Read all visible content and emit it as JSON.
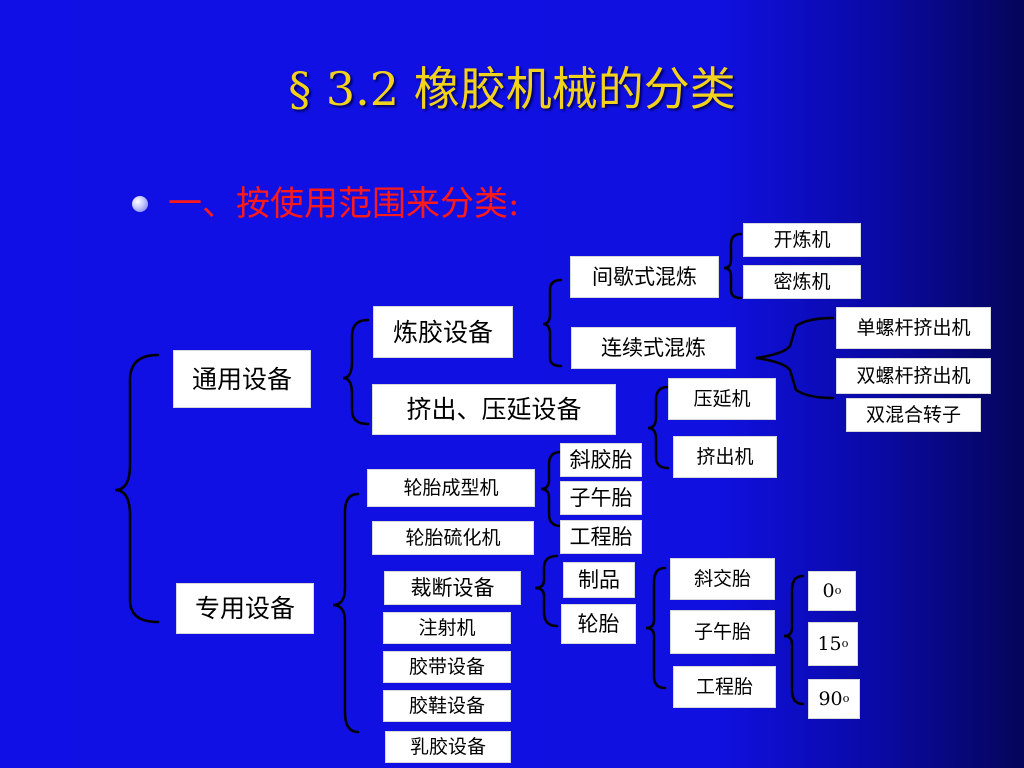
{
  "title": "§ 3.2  橡胶机械的分类",
  "subtitle": "一、按使用范围来分类:",
  "colors": {
    "background": "#1010e6",
    "title": "#f2d21b",
    "subtitle": "#ff1a1a",
    "box": "#ffffff",
    "brace": "#000000"
  },
  "general": {
    "label": "通用设备",
    "mixing": {
      "label": "炼胶设备",
      "intermittent": {
        "label": "间歇式混炼",
        "items": [
          "开炼机",
          "密炼机"
        ]
      },
      "continuous": {
        "label": "连续式混炼",
        "items": [
          "单螺杆挤出机",
          "双螺杆挤出机",
          "双混合转子"
        ]
      }
    },
    "extrusion": {
      "label": "挤出、压延设备",
      "items": [
        "压延机",
        "挤出机"
      ]
    }
  },
  "special": {
    "label": "专用设备",
    "items": [
      "轮胎成型机",
      "轮胎硫化机",
      "裁断设备",
      "注射机",
      "胶带设备",
      "胶鞋设备",
      "乳胶设备"
    ],
    "tire_types": [
      "斜胶胎",
      "子午胎",
      "工程胎"
    ],
    "cutting_products": [
      "制品",
      "轮胎"
    ],
    "tire_ply": [
      "斜交胎",
      "子午胎",
      "工程胎"
    ],
    "angles": [
      "0",
      "15",
      "90"
    ],
    "angle_unit": "o"
  }
}
